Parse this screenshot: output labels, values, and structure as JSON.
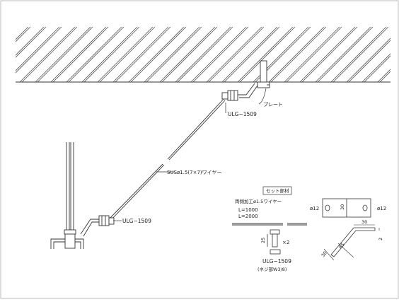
{
  "labels": {
    "plate": "プレート",
    "bracket_upper": "ULG−1509",
    "wire": "SUSø1.5(7×7)ワイヤー",
    "bracket_lower": "ULG−1509"
  },
  "set_parts": {
    "header": "セット部材",
    "wire_desc": "両側加工ø1.5ワイヤー",
    "length_a": "L=1000",
    "length_b": "L=2000",
    "bolt_dim": "25",
    "bolt_qty": "×2",
    "bracket_name": "ULG−1509",
    "bracket_thread": "(ネジ部W3/8)"
  },
  "plate_dims": {
    "hole_left": "ø12",
    "hole_right": "ø12",
    "width": "30",
    "side_top": "30",
    "side_right": "2",
    "side_long": "65",
    "side_short": "30"
  },
  "colors": {
    "line": "#333333",
    "hatch": "#555555",
    "frame": "#bbbbbb"
  }
}
